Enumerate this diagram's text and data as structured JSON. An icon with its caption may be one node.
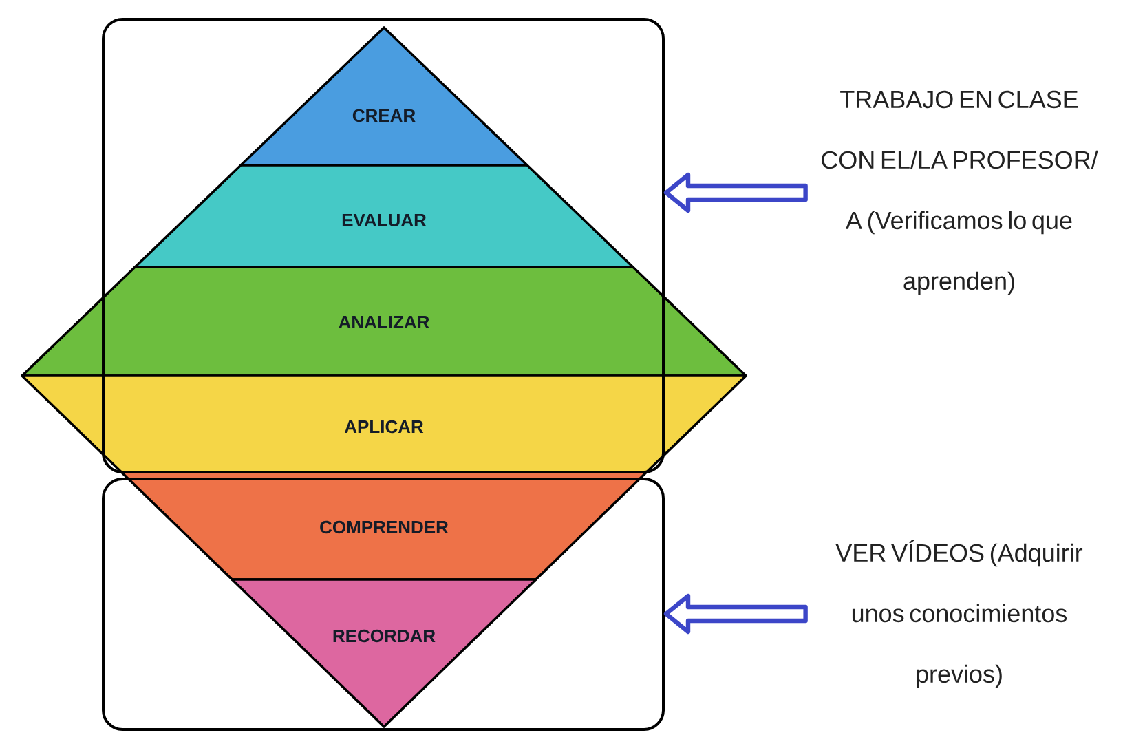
{
  "diagram": {
    "nodes": [
      {
        "text": [],
        "shape": "box"
      },
      {
        "text": [
          "CREAR"
        ],
        "in": 0
      },
      {
        "text": [
          "EVALUAR"
        ],
        "in": 0
      },
      {
        "text": [
          "ANALIZAR"
        ]
      },
      {
        "text": [
          "APLICAR"
        ]
      },
      {
        "text": [],
        "shape": "box"
      },
      {
        "text": [
          "COMPRENDER"
        ]
      },
      {
        "text": [
          "RECORDAR"
        ],
        "in": 5
      },
      {
        "text": [
          "TRABAJO EN CLASE CON EL/LA PROFESOR/ A (Verificamos lo que aprenden)"
        ]
      },
      {
        "text": [
          "VER VÍDEOS (Adquirir unos conocimientos previos)"
        ]
      }
    ],
    "edges": [
      {
        "from": 8,
        "to": 0,
        "arrow": "to"
      },
      {
        "from": 9,
        "to": 5,
        "arrow": "to"
      }
    ]
  }
}
